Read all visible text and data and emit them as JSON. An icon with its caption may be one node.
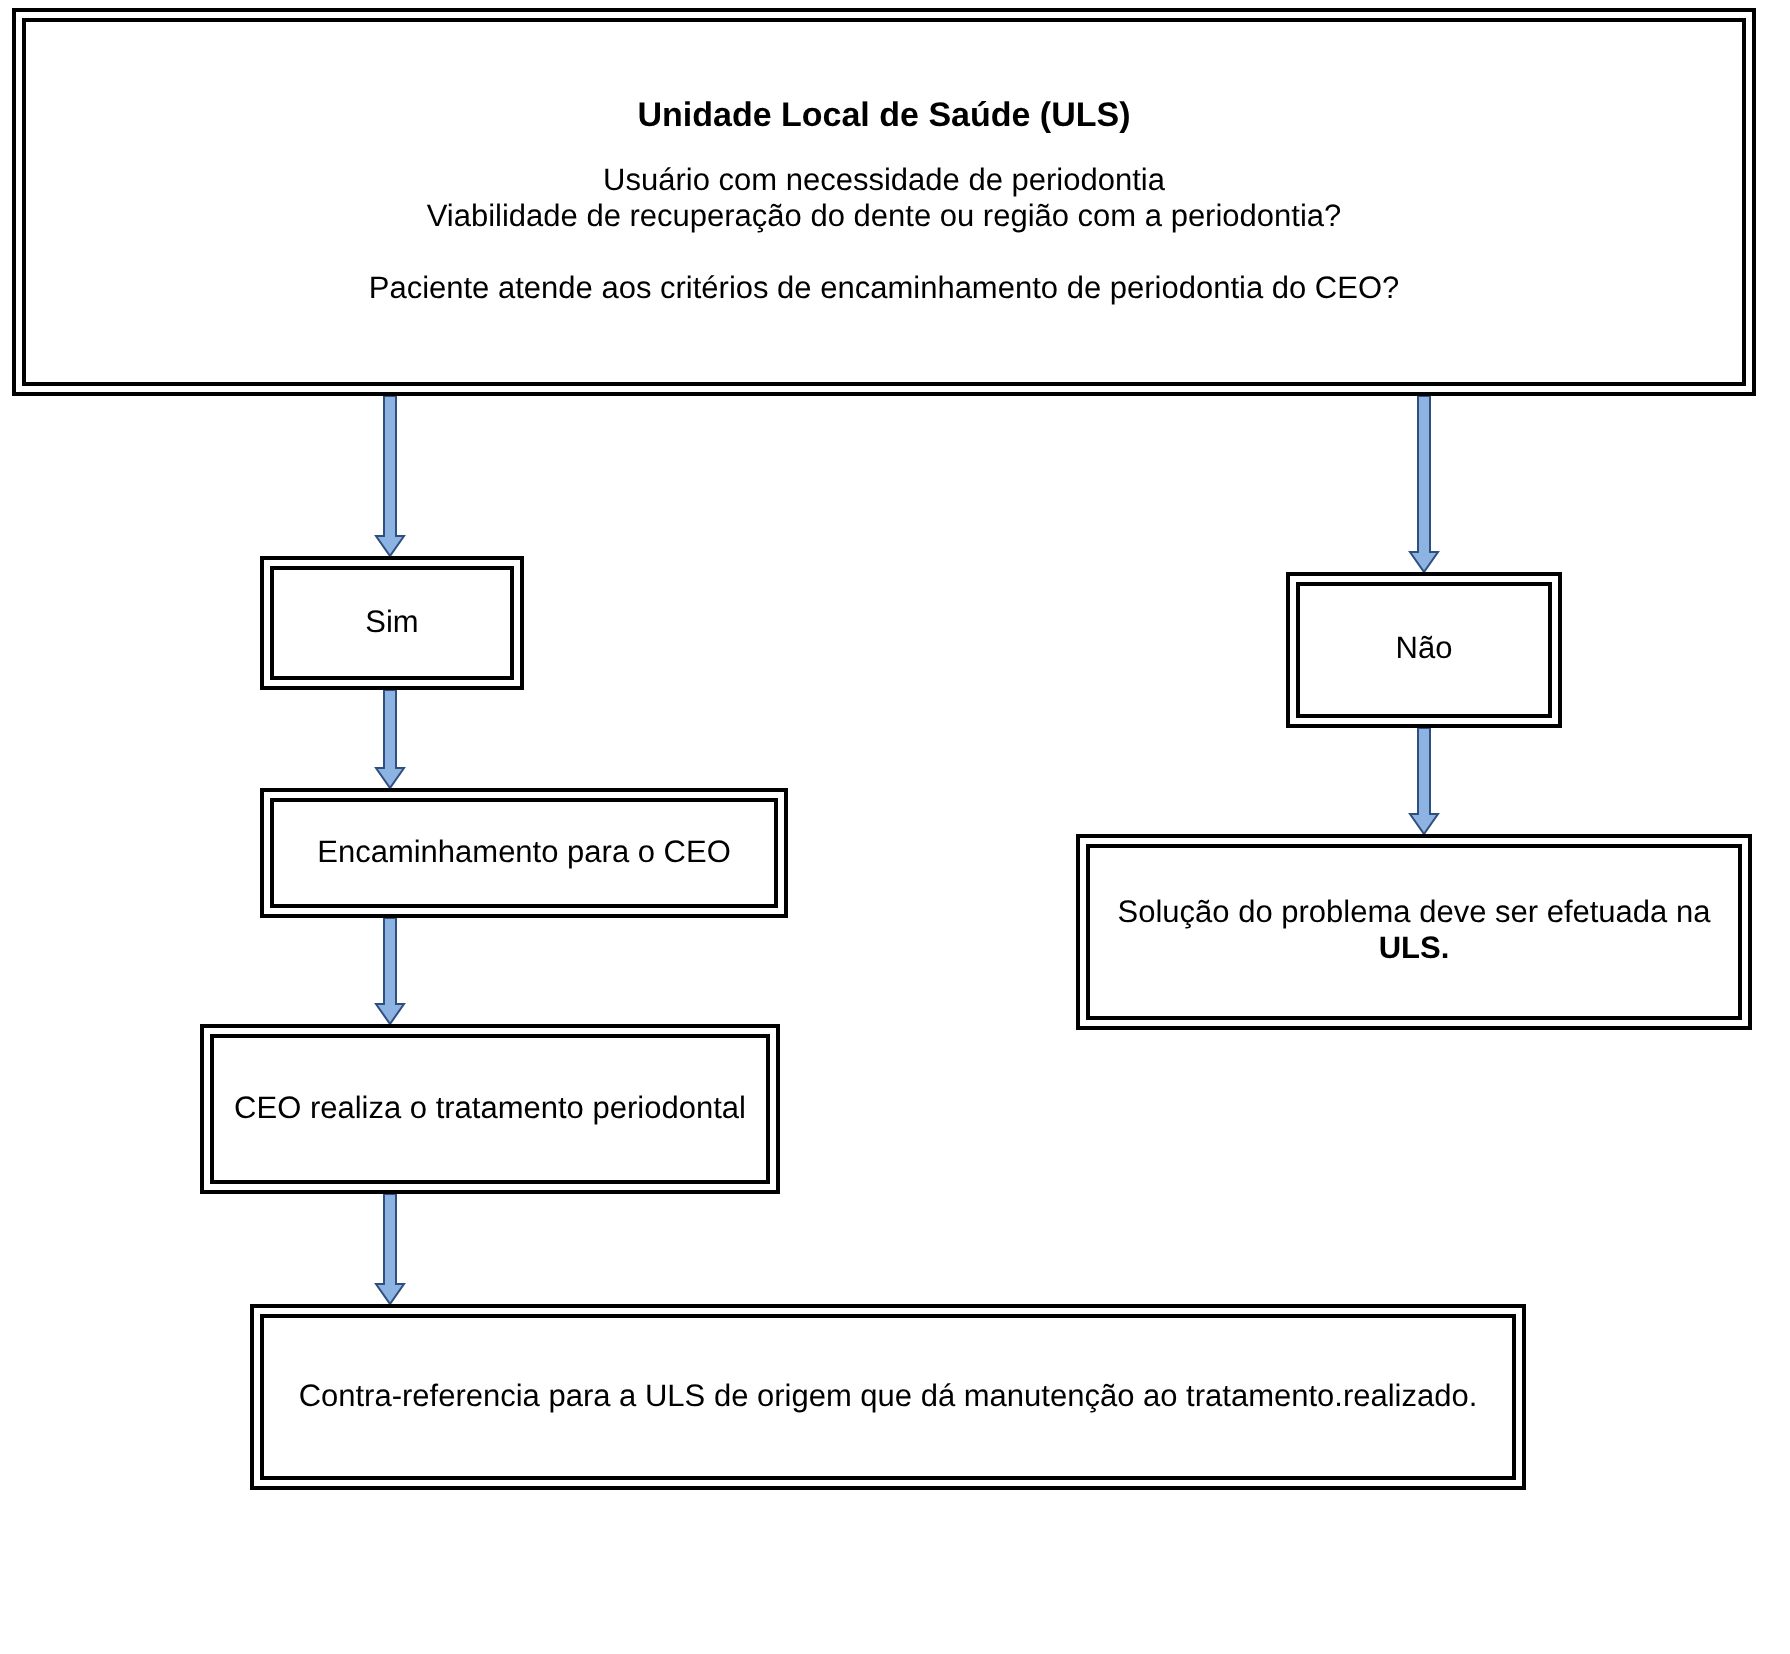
{
  "diagram": {
    "nodes": [
      {
        "text": [
          "Unidade Local de Saúde (ULS)",
          "Usuário com necessidade de periodontia",
          "Viabilidade de recuperação do dente ou região com a periodontia?",
          "Paciente atende aos critérios de encaminhamento de periodontia do CEO?"
        ]
      },
      {
        "text": [
          "Sim"
        ]
      },
      {
        "text": [
          "Não"
        ]
      },
      {
        "text": [
          "Encaminhamento para o CEO"
        ]
      },
      {
        "text": [
          "Solução do problema deve ser efetuada na **ULS.**"
        ]
      },
      {
        "text": [
          "CEO realiza o tratamento periodontal"
        ]
      },
      {
        "text": [
          "Contra-referencia para a ULS de origem que dá manutenção ao tratamento.realizado."
        ]
      }
    ],
    "edges": [
      {
        "from": 0,
        "to": 1,
        "arrow": "to"
      },
      {
        "from": 0,
        "to": 2,
        "arrow": "to"
      },
      {
        "from": 1,
        "to": 3,
        "arrow": "to"
      },
      {
        "from": 2,
        "to": 4,
        "arrow": "to"
      },
      {
        "from": 3,
        "to": 5,
        "arrow": "to"
      },
      {
        "from": 5,
        "to": 6,
        "arrow": "to"
      }
    ]
  }
}
